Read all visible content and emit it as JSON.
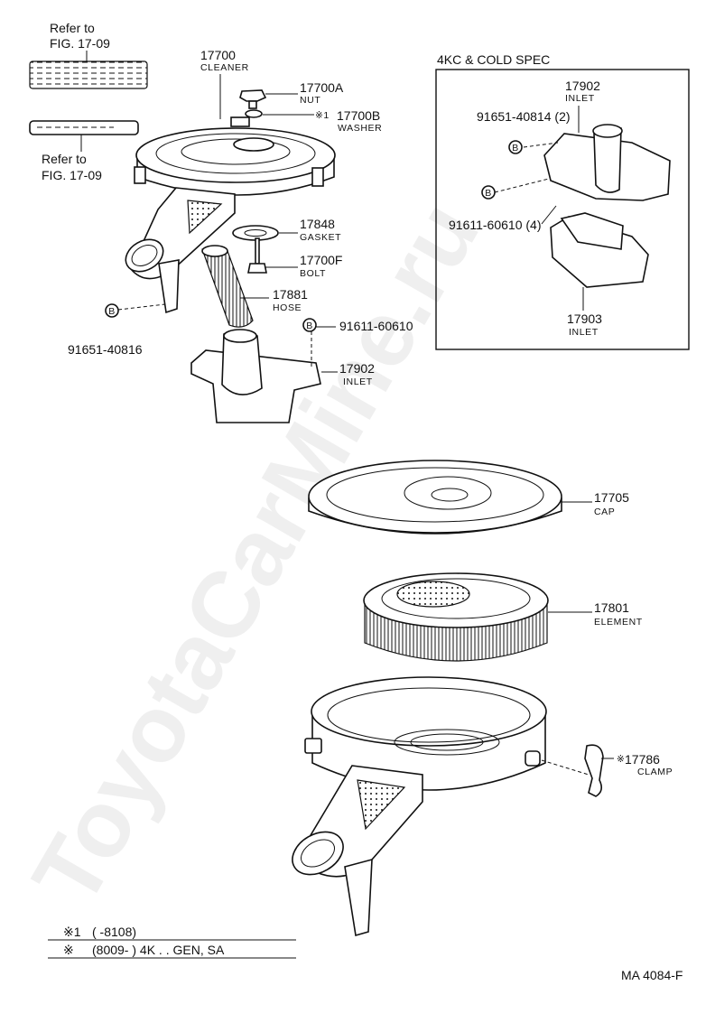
{
  "refs": {
    "top": [
      "Refer to",
      "FIG. 17-09"
    ],
    "bottom": [
      "Refer to",
      "FIG. 17-09"
    ]
  },
  "parts": {
    "cleaner": {
      "num": "17700",
      "name": "CLEANER"
    },
    "nut": {
      "num": "17700A",
      "name": "NUT"
    },
    "washer": {
      "mark": "※1",
      "num": "17700B",
      "name": "WASHER"
    },
    "gasket": {
      "num": "17848",
      "name": "GASKET"
    },
    "bolt": {
      "num": "17700F",
      "name": "BOLT"
    },
    "hose": {
      "num": "17881",
      "name": "HOSE"
    },
    "bolt_left": {
      "num": "91651-40816"
    },
    "bolt_right": {
      "num": "91611-60610"
    },
    "inlet_main": {
      "num": "17902",
      "name": "INLET"
    },
    "cap": {
      "num": "17705",
      "name": "CAP"
    },
    "element": {
      "num": "17801",
      "name": "ELEMENT"
    },
    "clamp": {
      "mark": "※",
      "num": "17786",
      "name": "CLAMP"
    }
  },
  "spec_box": {
    "title": "4KC & COLD SPEC",
    "inlet_upper": {
      "num": "17902",
      "name": "INLET"
    },
    "bolt_2": {
      "num": "91651-40814 (2)"
    },
    "bolt_4": {
      "num": "91611-60610 (4)"
    },
    "inlet_lower": {
      "num": "17903",
      "name": "INLET"
    }
  },
  "bolt_symbol": "B",
  "notes": {
    "line1_mark": "※1",
    "line1_text": "(        -8108)",
    "line2_mark": "※",
    "line2_text": "(8009-          ) 4K . . GEN, SA"
  },
  "figure_code": "MA 4084-F",
  "watermark": "ToyotaCarMine.ru"
}
